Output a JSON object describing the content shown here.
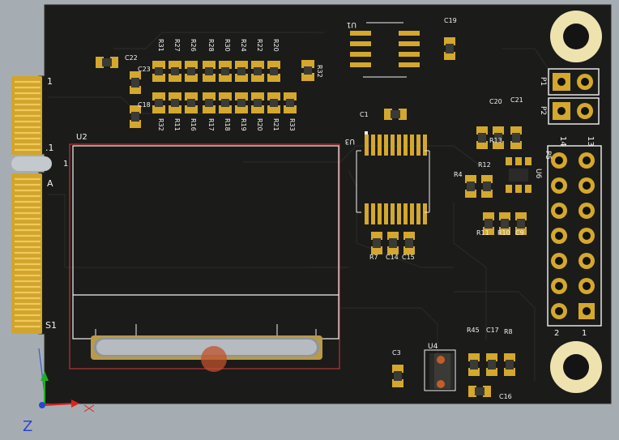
{
  "board": {
    "edge_labels": [
      "1",
      "2",
      ".1",
      "A",
      "S1"
    ],
    "ic_labels": [
      "U2",
      "U1",
      "U3",
      "U4",
      "U6"
    ],
    "header_labels": [
      "P1",
      "P2",
      "14",
      "13",
      "2",
      "1",
      "P5"
    ],
    "res_top": [
      "R31",
      "R27",
      "R26",
      "R28",
      "R30",
      "R24",
      "R22",
      "R20",
      "R32"
    ],
    "res_bottom": [
      "R32",
      "R11",
      "R16",
      "R17",
      "R18",
      "R19",
      "R20",
      "R21",
      "R33"
    ],
    "cap_labels": [
      "C22",
      "C23",
      "C18",
      "C1",
      "C19",
      "C20",
      "R13",
      "C21",
      "R12",
      "R4",
      "R11",
      "R10",
      "C9",
      "R7",
      "C14",
      "C15",
      "C3",
      "R45",
      "C17",
      "R8",
      "C16"
    ]
  },
  "axes": {
    "z_label": "Z"
  },
  "colors": {
    "board": "#1d1d1b",
    "pad": "#d4a82c",
    "silk": "#f2f2f2",
    "outline": "#e03030",
    "ring": "#efe4b0",
    "bg": "#a6adb2"
  }
}
